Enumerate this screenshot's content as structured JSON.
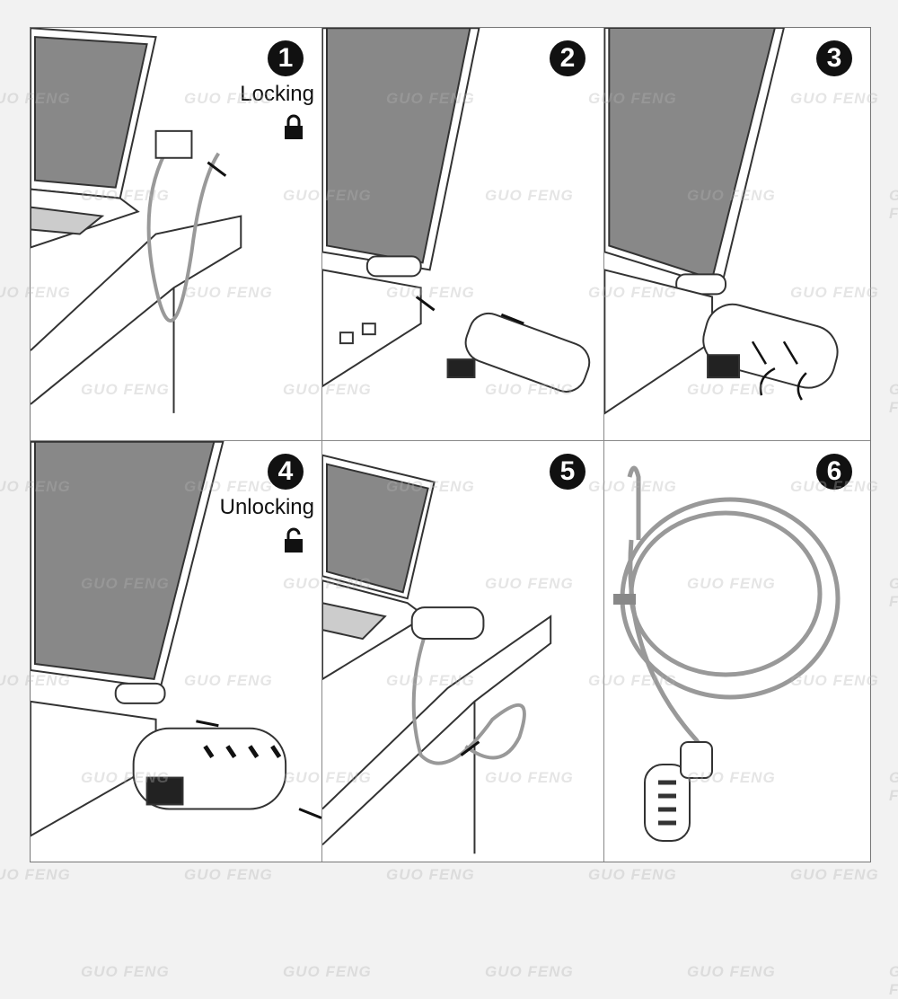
{
  "watermark": "GUO FENG",
  "steps": [
    {
      "number": "1",
      "label": "Locking",
      "icon": "padlock-closed-icon"
    },
    {
      "number": "2"
    },
    {
      "number": "3"
    },
    {
      "number": "4",
      "label": "Unlocking",
      "icon": "padlock-open-icon"
    },
    {
      "number": "5"
    },
    {
      "number": "6"
    }
  ]
}
